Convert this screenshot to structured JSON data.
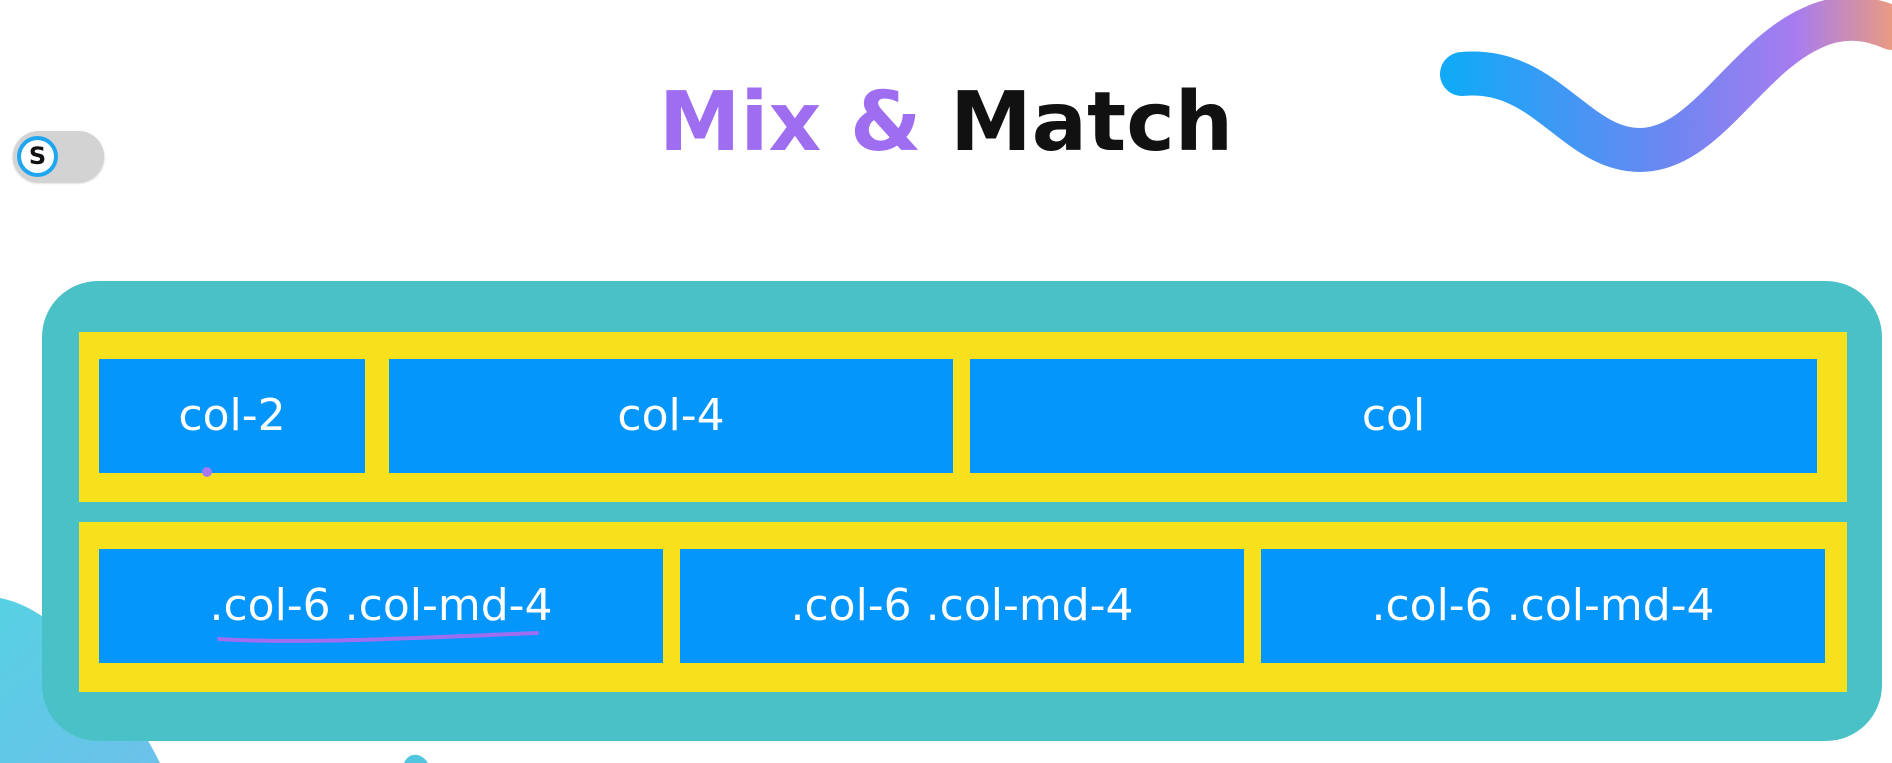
{
  "slide": {
    "title": {
      "mix": "Mix",
      "amp": "&",
      "match": "Match"
    },
    "toggle": {
      "badge": "S"
    },
    "row_1": [
      "col-2",
      "col-4",
      "col"
    ],
    "row_2": [
      ".col-6 .col-md-4",
      ".col-6 .col-md-4",
      ".col-6 .col-md-4"
    ]
  },
  "colors": {
    "background": "#ffffff",
    "title_accent": "#9f6df0",
    "title_dark": "#111111",
    "container": "#49c1c7",
    "row": "#f7e11d",
    "column": "#0596fc",
    "column_text": "#ffffff",
    "annotation": "#9f6df0"
  },
  "icons": {
    "toggle_badge": "s-badge-icon",
    "decoration_top_right": "wave-decoration",
    "decoration_bottom_left": "blob-decoration"
  }
}
